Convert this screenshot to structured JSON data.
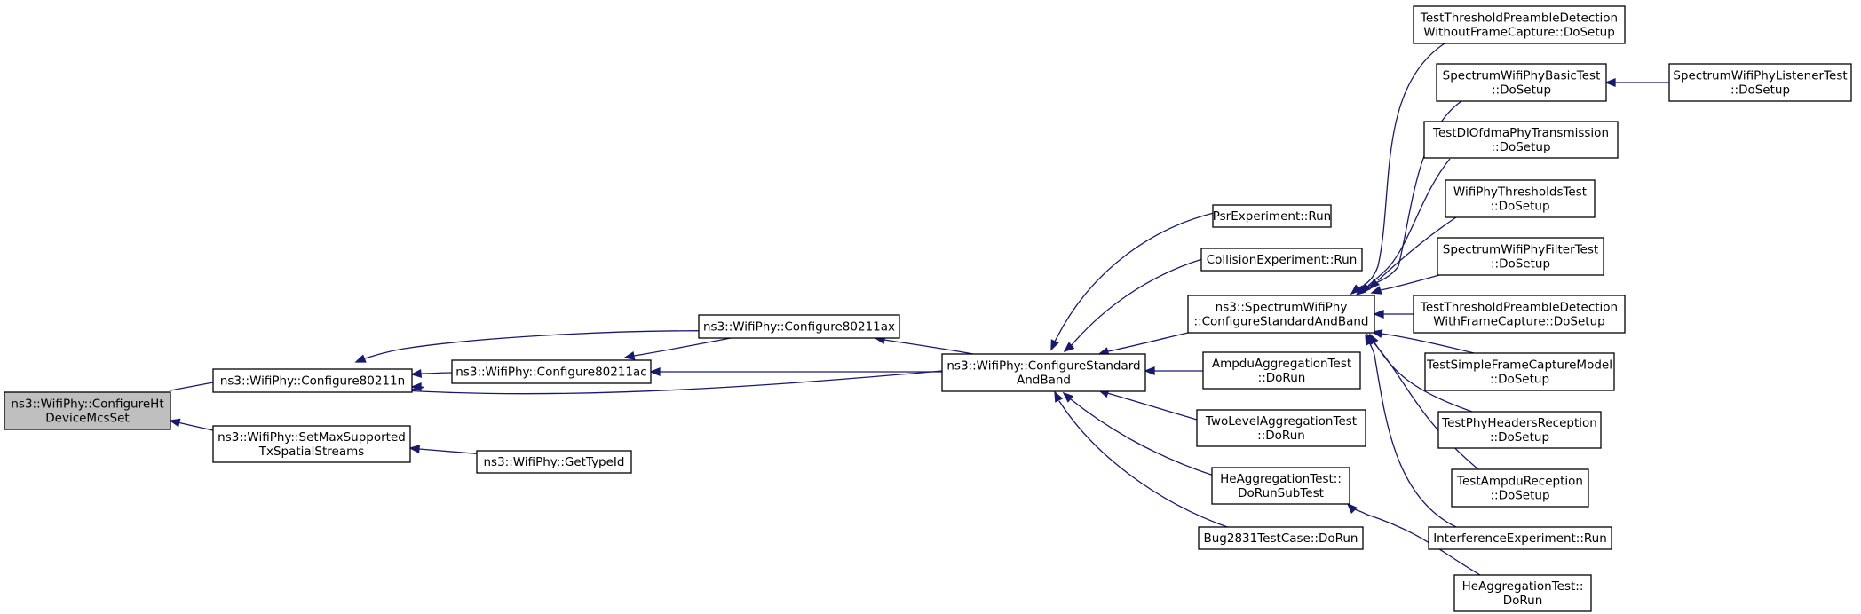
{
  "graph": {
    "style": {
      "node_fill": "#ffffff",
      "root_fill": "#bfbfbf",
      "edge_color": "#191970",
      "border_color": "#000000"
    },
    "nodes": [
      {
        "id": "root",
        "lines": [
          "ns3::WifiPhy::ConfigureHt",
          "DeviceMcsSet"
        ],
        "root": true
      },
      {
        "id": "c80211n",
        "lines": [
          "ns3::WifiPhy::Configure80211n"
        ]
      },
      {
        "id": "setmax",
        "lines": [
          "ns3::WifiPhy::SetMaxSupported",
          "TxSpatialStreams"
        ]
      },
      {
        "id": "c80211ac",
        "lines": [
          "ns3::WifiPhy::Configure80211ac"
        ]
      },
      {
        "id": "c80211ax",
        "lines": [
          "ns3::WifiPhy::Configure80211ax"
        ]
      },
      {
        "id": "gettypeid",
        "lines": [
          "ns3::WifiPhy::GetTypeId"
        ]
      },
      {
        "id": "csab",
        "lines": [
          "ns3::WifiPhy::ConfigureStandard",
          "AndBand"
        ]
      },
      {
        "id": "psr",
        "lines": [
          "PsrExperiment::Run"
        ]
      },
      {
        "id": "collision",
        "lines": [
          "CollisionExperiment::Run"
        ]
      },
      {
        "id": "spectrum",
        "lines": [
          "ns3::SpectrumWifiPhy",
          "::ConfigureStandardAndBand"
        ]
      },
      {
        "id": "ampduagg",
        "lines": [
          "AmpduAggregationTest",
          "::DoRun"
        ]
      },
      {
        "id": "twolevel",
        "lines": [
          "TwoLevelAggregationTest",
          "::DoRun"
        ]
      },
      {
        "id": "heaggsub",
        "lines": [
          "HeAggregationTest::",
          "DoRunSubTest"
        ]
      },
      {
        "id": "bug2831",
        "lines": [
          "Bug2831TestCase::DoRun"
        ]
      },
      {
        "id": "ttpd_wo",
        "lines": [
          "TestThresholdPreambleDetection",
          "WithoutFrameCapture::DoSetup"
        ]
      },
      {
        "id": "swpbasic",
        "lines": [
          "SpectrumWifiPhyBasicTest",
          "::DoSetup"
        ]
      },
      {
        "id": "tdlofdma",
        "lines": [
          "TestDlOfdmaPhyTransmission",
          "::DoSetup"
        ]
      },
      {
        "id": "wpthresh",
        "lines": [
          "WifiPhyThresholdsTest",
          "::DoSetup"
        ]
      },
      {
        "id": "swpfilter",
        "lines": [
          "SpectrumWifiPhyFilterTest",
          "::DoSetup"
        ]
      },
      {
        "id": "ttpd_w",
        "lines": [
          "TestThresholdPreambleDetection",
          "WithFrameCapture::DoSetup"
        ]
      },
      {
        "id": "tsfcm",
        "lines": [
          "TestSimpleFrameCaptureModel",
          "::DoSetup"
        ]
      },
      {
        "id": "tphr",
        "lines": [
          "TestPhyHeadersReception",
          "::DoSetup"
        ]
      },
      {
        "id": "tampdu",
        "lines": [
          "TestAmpduReception",
          "::DoSetup"
        ]
      },
      {
        "id": "interf",
        "lines": [
          "InterferenceExperiment::Run"
        ]
      },
      {
        "id": "heaggrun",
        "lines": [
          "HeAggregationTest::",
          "DoRun"
        ]
      },
      {
        "id": "swplistener",
        "lines": [
          "SpectrumWifiPhyListenerTest",
          "::DoSetup"
        ]
      }
    ],
    "edges": [
      [
        "c80211n",
        "root"
      ],
      [
        "setmax",
        "root"
      ],
      [
        "c80211ac",
        "c80211n"
      ],
      [
        "c80211ax",
        "c80211n"
      ],
      [
        "csab",
        "c80211n"
      ],
      [
        "gettypeid",
        "setmax"
      ],
      [
        "c80211ax",
        "c80211ac"
      ],
      [
        "csab",
        "c80211ac"
      ],
      [
        "csab",
        "c80211ax"
      ],
      [
        "psr",
        "csab"
      ],
      [
        "collision",
        "csab"
      ],
      [
        "spectrum",
        "csab"
      ],
      [
        "ampduagg",
        "csab"
      ],
      [
        "twolevel",
        "csab"
      ],
      [
        "heaggsub",
        "csab"
      ],
      [
        "bug2831",
        "csab"
      ],
      [
        "ttpd_wo",
        "spectrum"
      ],
      [
        "swpbasic",
        "spectrum"
      ],
      [
        "tdlofdma",
        "spectrum"
      ],
      [
        "wpthresh",
        "spectrum"
      ],
      [
        "swpfilter",
        "spectrum"
      ],
      [
        "ttpd_w",
        "spectrum"
      ],
      [
        "tsfcm",
        "spectrum"
      ],
      [
        "tphr",
        "spectrum"
      ],
      [
        "tampdu",
        "spectrum"
      ],
      [
        "interf",
        "spectrum"
      ],
      [
        "heaggrun",
        "heaggsub"
      ],
      [
        "swplistener",
        "swpbasic"
      ]
    ]
  }
}
